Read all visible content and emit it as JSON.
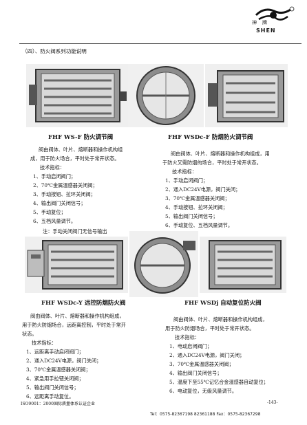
{
  "logo": {
    "cn": "神牌",
    "en": "SHEN"
  },
  "section_title": "（四）、防火阀系列功能说明",
  "products": [
    {
      "caption": "FHF WS-F  防火调节阀",
      "desc": [
        "阀由阀体、叶片、熔断器和操作机构组",
        "成，用于防火场合，平时处于常开状态。"
      ],
      "spec_title": "技术指标：",
      "specs": [
        "1、手动启闭阀门；",
        "2、70℃金属温感器关闭阀；",
        "3、手动按钮、拉环关闭阀；",
        "4、输出阀门关闭信号；",
        "5、手动复位；",
        "6、五档风量调节。"
      ],
      "note": "注：手动关闭阀门无信号输出"
    },
    {
      "caption": "FHF WSDc-F  防烟防火调节阀",
      "desc": [
        "阀由阀体、叶片、熔断器和操作机构组成，用",
        "于防火又需防烟的场合，平时处于常开状态。"
      ],
      "spec_title": "技术指标：",
      "specs": [
        "1、手动启闭阀门；",
        "2、通入DC24V电源，阀门关闭；",
        "3、70℃金属温感器关闭阀；",
        "4、手动按钮、拉环关闭阀；",
        "5、输出阀门关闭信号；",
        "6、手动复位、五档风量调节。"
      ]
    },
    {
      "caption": "FHF WSDc-Y  远控防烟防火阀",
      "desc": [
        "阀由阀体、叶片、熔断器和操作机构组成，",
        "用于防火防烟场合，远距离控制，平时处于常开",
        "状态。"
      ],
      "spec_title": "技术指标：",
      "specs": [
        "1、远距离手动启闭阀门；",
        "2、通入DC24V电源，阀门关闭；",
        "3、70℃金属温感器关闭阀；",
        "4、紧急用手拉钮关闭阀；",
        "5、输出阀门关闭信号；",
        "6、远距离手动复位。"
      ]
    },
    {
      "caption": "FHF WSDj  自动复位防火阀",
      "desc": [
        "阀由阀体、叶片、熔断器和操作机构组成，",
        "用于防火防烟场合，平时处于常开状态。"
      ],
      "spec_title": "技术指标：",
      "specs": [
        "1、电动启闭阀门；",
        "2、通入DC24V电源，阀门关闭；",
        "3、70℃金属温感器关闭阀；",
        "4、输出阀门关闭信号；",
        "5、温度下至55℃记忆合金温感器自动复位；",
        "6、电动复位，无级风量调节。"
      ]
    }
  ],
  "footer": {
    "iso": "ISO9001：2000国际质量体系认证企业",
    "page": "-143-",
    "tel": "Tel：0575-82367198  82361188    Fax：0575-82367298"
  }
}
